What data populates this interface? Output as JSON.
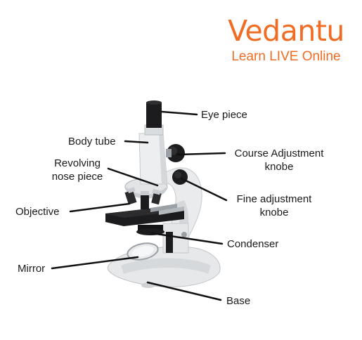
{
  "brand": {
    "name": "Vedantu",
    "tagline": "Learn LIVE Online",
    "color": "#f26b22"
  },
  "labels": {
    "eye_piece": "Eye piece",
    "body_tube": "Body tube",
    "revolving_nose_piece_1": "Revolving",
    "revolving_nose_piece_2": "nose piece",
    "objective": "Objective",
    "mirror": "Mirror",
    "course_adjustment_1": "Course Adjustment",
    "course_adjustment_2": "knobe",
    "fine_adjustment_1": "Fine adjustment",
    "fine_adjustment_2": "knobe",
    "condenser": "Condenser",
    "base": "Base"
  },
  "colors": {
    "body": "#e9ebed",
    "body_shadow": "#c5c9cd",
    "dark": "#1c1c1e",
    "metal": "#9aa0a6",
    "leader": "#111111"
  }
}
